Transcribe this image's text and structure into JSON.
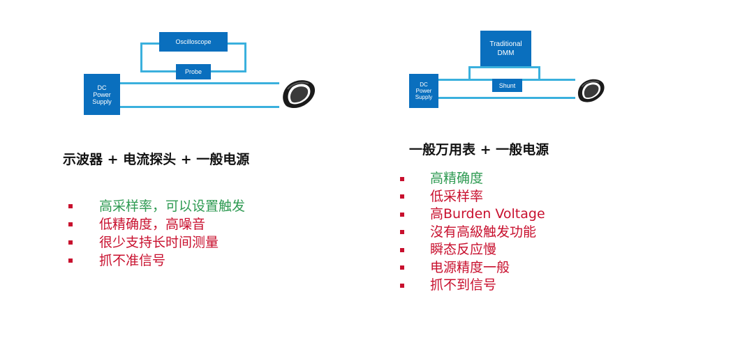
{
  "left_diagram": {
    "oscilloscope_label": "Oscilloscope",
    "probe_label": "Probe",
    "supply_label": "DC\nPower\nSupply"
  },
  "right_diagram": {
    "dmm_label": "Traditional\nDMM",
    "shunt_label": "Shunt",
    "supply_label": "DC\nPower\nSupply"
  },
  "left": {
    "heading": "示波器 + 电流探头 + 一般电源",
    "items": [
      {
        "text": "高采样率，可以设置触发",
        "color": "#2e9a52"
      },
      {
        "text": "低精确度，高噪音",
        "color": "#c8102e"
      },
      {
        "text": "很少支持长时间测量",
        "color": "#c8102e"
      },
      {
        "text": "抓不准信号",
        "color": "#c8102e"
      }
    ]
  },
  "right": {
    "heading": "一般万用表 + 一般电源",
    "items": [
      {
        "text": "高精确度",
        "color": "#2e9a52"
      },
      {
        "text": "低采样率",
        "color": "#c8102e"
      },
      {
        "text": "高Burden Voltage",
        "color": "#c8102e"
      },
      {
        "text": "沒有高級触发功能",
        "color": "#c8102e"
      },
      {
        "text": "瞬态反应慢",
        "color": "#c8102e"
      },
      {
        "text": "电源精度一般",
        "color": "#c8102e"
      },
      {
        "text": "抓不到信号",
        "color": "#c8102e"
      }
    ]
  },
  "colors": {
    "box": "#0a6fbe",
    "wire": "#3ab0dd",
    "bullet": "#c8102e"
  }
}
